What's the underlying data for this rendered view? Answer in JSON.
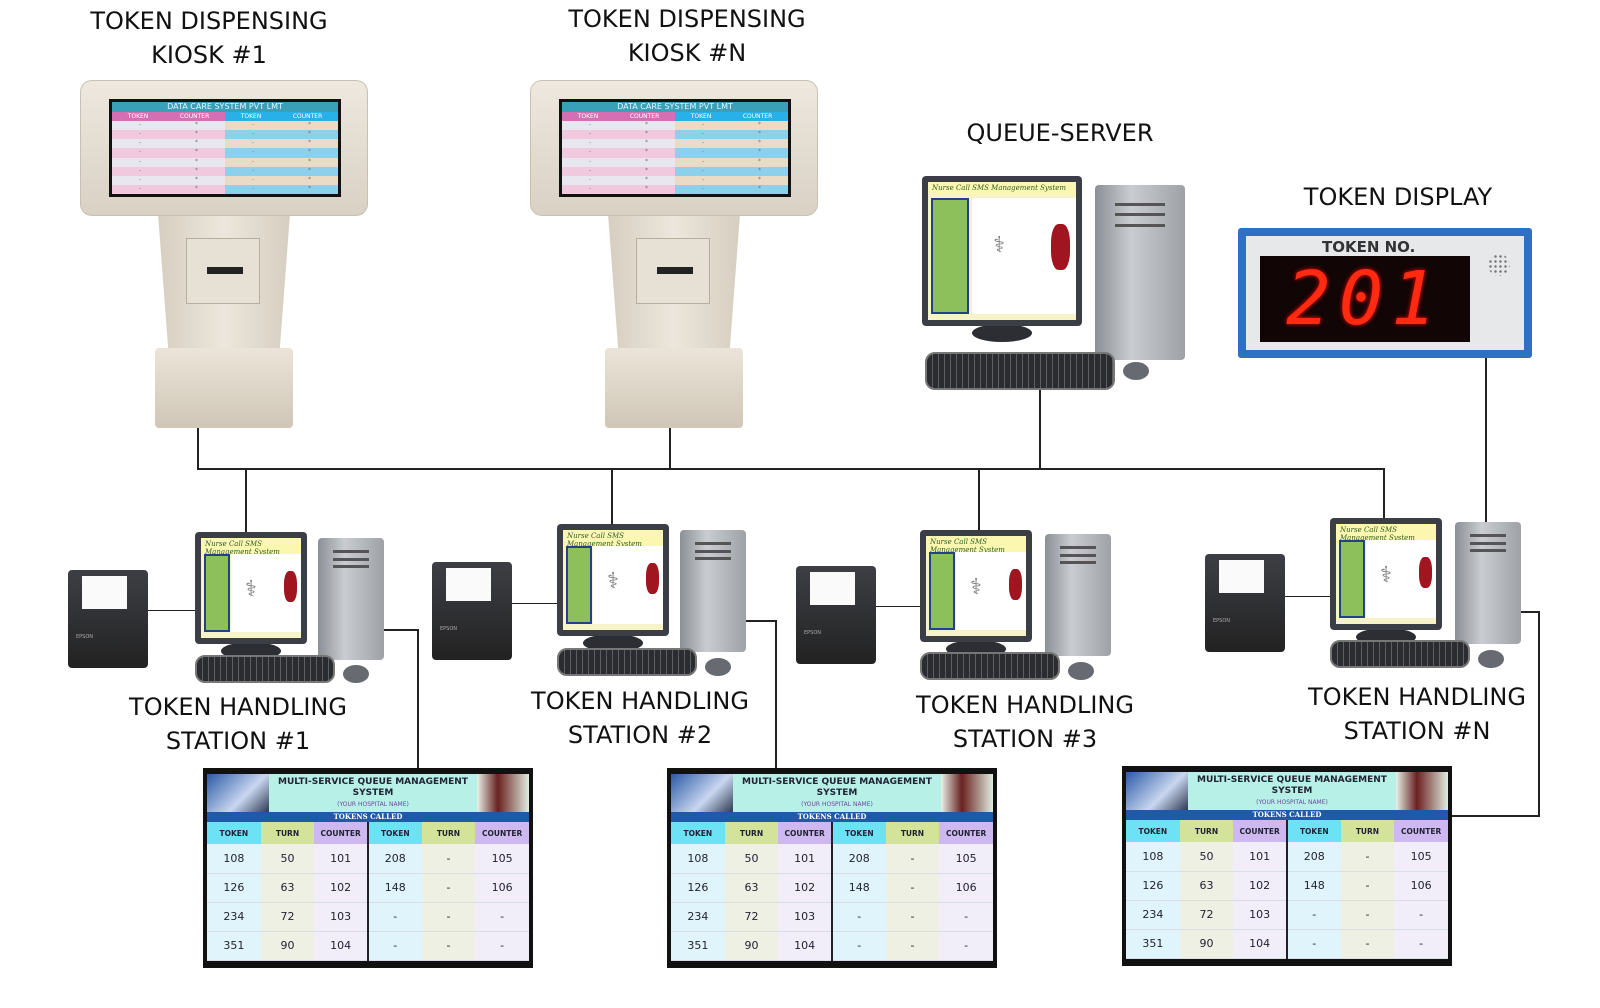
{
  "kiosks": [
    {
      "label_line1": "TOKEN DISPENSING",
      "label_line2": "KIOSK #1"
    },
    {
      "label_line1": "TOKEN DISPENSING",
      "label_line2": "KIOSK #N"
    }
  ],
  "kiosk_screen": {
    "title": "DATA CARE SYSTEM PVT LMT",
    "headers": [
      "TOKEN",
      "COUNTER",
      "TOKEN",
      "COUNTER"
    ]
  },
  "queue_server": {
    "label": "QUEUE-SERVER"
  },
  "monitor_app_title": "Nurse Call SMS Management System",
  "token_display": {
    "label": "TOKEN DISPLAY",
    "caption": "TOKEN NO.",
    "number": "201"
  },
  "stations": [
    {
      "label_line1": "TOKEN HANDLING",
      "label_line2": "STATION #1"
    },
    {
      "label_line1": "TOKEN HANDLING",
      "label_line2": "STATION #2"
    },
    {
      "label_line1": "TOKEN HANDLING",
      "label_line2": "STATION #3"
    },
    {
      "label_line1": "TOKEN HANDLING",
      "label_line2": "STATION #N"
    }
  ],
  "printer_brand": "EPSON",
  "queue_display": {
    "title": "MULTI-SERVICE QUEUE MANAGEMENT SYSTEM",
    "subtitle": "(YOUR HOSPITAL NAME)",
    "section": "TOKENS CALLED",
    "headers": [
      "TOKEN",
      "TURN",
      "COUNTER",
      "TOKEN",
      "TURN",
      "COUNTER"
    ],
    "rows": [
      [
        "108",
        "50",
        "101",
        "208",
        "-",
        "105"
      ],
      [
        "126",
        "63",
        "102",
        "148",
        "-",
        "106"
      ],
      [
        "234",
        "72",
        "103",
        "-",
        "-",
        "-"
      ],
      [
        "351",
        "90",
        "104",
        "-",
        "-",
        "-"
      ]
    ]
  }
}
